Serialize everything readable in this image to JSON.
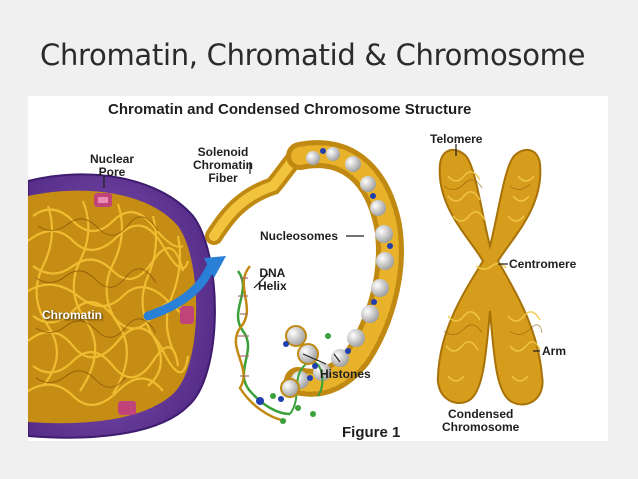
{
  "slide": {
    "title": "Chromatin, Chromatid & Chromosome"
  },
  "figure": {
    "title": "Chromatin and Condensed Chromosome Structure",
    "number": "Figure 1",
    "labels": {
      "nuclear_pore": [
        "Nuclear",
        "Pore"
      ],
      "solenoid": [
        "Solenoid",
        "Chromatin",
        "Fiber"
      ],
      "nucleosomes": "Nucleosomes",
      "dna_helix": [
        "DNA",
        "Helix"
      ],
      "histones": "Histones",
      "chromatin": "Chromatin",
      "telomere": "Telomere",
      "centromere": "Centromere",
      "arm": "Arm",
      "condensed_chromosome": [
        "Condensed",
        "Chromosome"
      ]
    },
    "colors": {
      "nucleus_envelope": "#6b3c9e",
      "chromatin_fiber": "#d9a21f",
      "arrow": "#2a7fd6",
      "nucleosome": "#c9c9c9",
      "histone_tip": "#1f3fae",
      "dna_green": "#3aa13a",
      "pore": "#c0437a"
    }
  }
}
